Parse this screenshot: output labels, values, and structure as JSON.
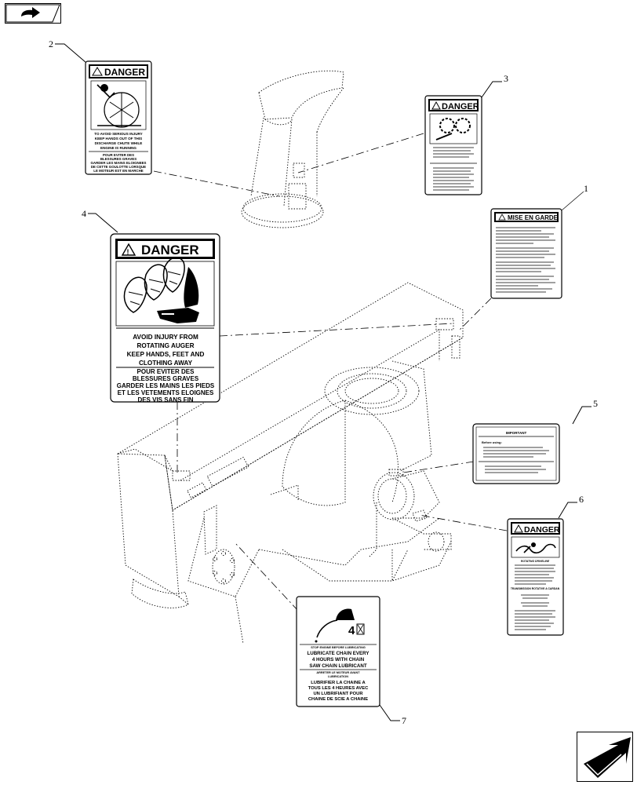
{
  "nav": {
    "prev_icon": "arrow-back-icon",
    "next_icon": "arrow-forward-icon"
  },
  "callouts": [
    "1",
    "2",
    "3",
    "4",
    "5",
    "6",
    "7"
  ],
  "decals": {
    "d1": {
      "header": "MISE EN GARDE"
    },
    "d2": {
      "header": "DANGER",
      "en": [
        "TO AVOID SERIOUS INJURY",
        "KEEP HANDS OUT OF THIS",
        "DISCHARGE CHUTE WHILE",
        "ENGINE IS RUNNING"
      ],
      "fr": [
        "POUR EVITER DES",
        "BLESSURES GRAVES",
        "GARDER LES MAINS ELOIGNEES",
        "DE CETTE GOULOTTE LORSQUE",
        "LE MOTEUR EST EN MARCHE"
      ]
    },
    "d3": {
      "header": "DANGER"
    },
    "d4": {
      "header": "DANGER",
      "en": [
        "AVOID INJURY FROM",
        "ROTATING AUGER",
        "KEEP HANDS, FEET AND",
        "CLOTHING AWAY"
      ],
      "fr": [
        "POUR EVITER DES",
        "BLESSURES GRAVES",
        "GARDER LES MAINS LES PIEDS",
        "ET LES VETEMENTS ELOIGNES",
        "DES VIS SANS FIN"
      ]
    },
    "d5": {
      "header": "IMPORTANT",
      "intro": "Before using:"
    },
    "d6": {
      "header": "DANGER",
      "sub": "ROTATING DRIVELINE",
      "fr_head": "TRANSMISSION ROTATIVE A CARDAN"
    },
    "d7": {
      "interval": "4",
      "en": [
        "STOP ENGINE BEFORE LUBRICATING",
        "LUBRICATE CHAIN EVERY",
        "4 HOURS WITH CHAIN",
        "SAW CHAIN LUBRICANT"
      ],
      "fr": [
        "ARRETER LE MOTEUR AVANT",
        "LUBRICATION",
        "LUBRIFIER LA CHAINE A",
        "TOUS LES 4 HEURES AVEC",
        "UN LUBRIFIANT POUR",
        "CHAINE DE SCIE A CHAINE"
      ]
    }
  }
}
